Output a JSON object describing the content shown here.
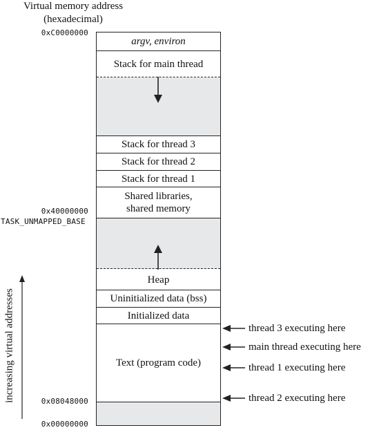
{
  "header": {
    "title_line1": "Virtual memory address",
    "title_line2": "(hexadecimal)"
  },
  "addresses": {
    "top": "0xC0000000",
    "mid": "0x40000000",
    "mid_label": "TASK_UNMAPPED_BASE",
    "text_start": "0x08048000",
    "bottom": "0x00000000"
  },
  "segments": {
    "argv": "argv, environ",
    "main_stack": "Stack for main thread",
    "stack3": "Stack for thread 3",
    "stack2": "Stack for thread 2",
    "stack1": "Stack for thread 1",
    "shared_line1": "Shared libraries,",
    "shared_line2": "shared memory",
    "heap": "Heap",
    "bss": "Uninitialized data (bss)",
    "init_data": "Initialized data",
    "text": "Text (program code)"
  },
  "threads": [
    "thread 3 executing here",
    "main thread executing here",
    "thread 1 executing here",
    "thread 2 executing here"
  ],
  "side_label": "increasing virtual addresses",
  "colors": {
    "unmapped": "#e7e8ea",
    "stroke": "#222222"
  },
  "icons": [
    "down-arrow-icon",
    "up-arrow-icon",
    "left-arrow-icon"
  ]
}
